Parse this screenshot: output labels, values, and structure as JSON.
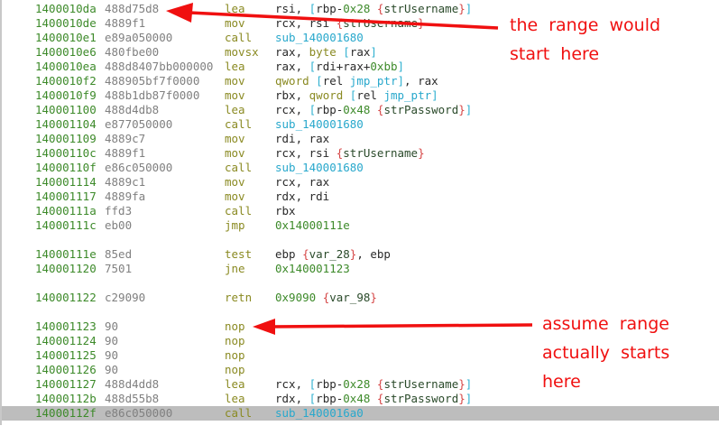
{
  "listing": {
    "rows": [
      {
        "addr": "1400010da",
        "bytes": "488d75d8",
        "mn": "lea",
        "ops": [
          [
            "rsi, ",
            "reg"
          ],
          [
            "[",
            "br"
          ],
          [
            "rbp-",
            "reg"
          ],
          [
            "0x28",
            "num"
          ],
          [
            " ",
            "reg"
          ],
          [
            "{",
            "brace"
          ],
          [
            "strUsername",
            "var"
          ],
          [
            "}",
            "brace"
          ],
          [
            "]",
            "br"
          ]
        ]
      },
      {
        "addr": "1400010de",
        "bytes": "4889f1",
        "mn": "mov",
        "ops": [
          [
            "rcx, rsi ",
            "reg"
          ],
          [
            "{",
            "brace"
          ],
          [
            "strUsername",
            "var"
          ],
          [
            "}",
            "brace"
          ]
        ]
      },
      {
        "addr": "1400010e1",
        "bytes": "e89a050000",
        "mn": "call",
        "ops": [
          [
            "sub_140001680",
            "sym"
          ]
        ]
      },
      {
        "addr": "1400010e6",
        "bytes": "480fbe00",
        "mn": "movsx",
        "ops": [
          [
            "rax, ",
            "reg"
          ],
          [
            "byte ",
            "kw"
          ],
          [
            "[",
            "br"
          ],
          [
            "rax",
            "reg"
          ],
          [
            "]",
            "br"
          ]
        ]
      },
      {
        "addr": "1400010ea",
        "bytes": "488d8407bb000000",
        "mn": "lea",
        "ops": [
          [
            "rax, ",
            "reg"
          ],
          [
            "[",
            "br"
          ],
          [
            "rdi+rax+",
            "reg"
          ],
          [
            "0xbb",
            "num"
          ],
          [
            "]",
            "br"
          ]
        ]
      },
      {
        "addr": "1400010f2",
        "bytes": "488905bf7f0000",
        "mn": "mov",
        "ops": [
          [
            "qword ",
            "kw"
          ],
          [
            "[",
            "br"
          ],
          [
            "rel ",
            "reg"
          ],
          [
            "jmp_ptr",
            "sym"
          ],
          [
            "]",
            "br"
          ],
          [
            ", rax",
            "reg"
          ]
        ]
      },
      {
        "addr": "1400010f9",
        "bytes": "488b1db87f0000",
        "mn": "mov",
        "ops": [
          [
            "rbx, ",
            "reg"
          ],
          [
            "qword ",
            "kw"
          ],
          [
            "[",
            "br"
          ],
          [
            "rel ",
            "reg"
          ],
          [
            "jmp_ptr",
            "sym"
          ],
          [
            "]",
            "br"
          ]
        ]
      },
      {
        "addr": "140001100",
        "bytes": "488d4db8",
        "mn": "lea",
        "ops": [
          [
            "rcx, ",
            "reg"
          ],
          [
            "[",
            "br"
          ],
          [
            "rbp-",
            "reg"
          ],
          [
            "0x48",
            "num"
          ],
          [
            " ",
            "reg"
          ],
          [
            "{",
            "brace"
          ],
          [
            "strPassword",
            "var"
          ],
          [
            "}",
            "brace"
          ],
          [
            "]",
            "br"
          ]
        ]
      },
      {
        "addr": "140001104",
        "bytes": "e877050000",
        "mn": "call",
        "ops": [
          [
            "sub_140001680",
            "sym"
          ]
        ]
      },
      {
        "addr": "140001109",
        "bytes": "4889c7",
        "mn": "mov",
        "ops": [
          [
            "rdi, rax",
            "reg"
          ]
        ]
      },
      {
        "addr": "14000110c",
        "bytes": "4889f1",
        "mn": "mov",
        "ops": [
          [
            "rcx, rsi ",
            "reg"
          ],
          [
            "{",
            "brace"
          ],
          [
            "strUsername",
            "var"
          ],
          [
            "}",
            "brace"
          ]
        ]
      },
      {
        "addr": "14000110f",
        "bytes": "e86c050000",
        "mn": "call",
        "ops": [
          [
            "sub_140001680",
            "sym"
          ]
        ]
      },
      {
        "addr": "140001114",
        "bytes": "4889c1",
        "mn": "mov",
        "ops": [
          [
            "rcx, rax",
            "reg"
          ]
        ]
      },
      {
        "addr": "140001117",
        "bytes": "4889fa",
        "mn": "mov",
        "ops": [
          [
            "rdx, rdi",
            "reg"
          ]
        ]
      },
      {
        "addr": "14000111a",
        "bytes": "ffd3",
        "mn": "call",
        "ops": [
          [
            "rbx",
            "reg"
          ]
        ]
      },
      {
        "addr": "14000111c",
        "bytes": "eb00",
        "mn": "jmp",
        "ops": [
          [
            "0x14000111e",
            "num"
          ]
        ]
      },
      null,
      {
        "addr": "14000111e",
        "bytes": "85ed",
        "mn": "test",
        "ops": [
          [
            "ebp ",
            "reg"
          ],
          [
            "{",
            "brace"
          ],
          [
            "var_28",
            "var"
          ],
          [
            "}",
            "brace"
          ],
          [
            ", ebp",
            "reg"
          ]
        ]
      },
      {
        "addr": "140001120",
        "bytes": "7501",
        "mn": "jne",
        "ops": [
          [
            "0x140001123",
            "num"
          ]
        ]
      },
      null,
      {
        "addr": "140001122",
        "bytes": "c29090",
        "mn": "retn",
        "ops": [
          [
            "0x9090",
            "num"
          ],
          [
            " ",
            "reg"
          ],
          [
            "{",
            "brace"
          ],
          [
            "var_98",
            "var"
          ],
          [
            "}",
            "brace"
          ]
        ]
      },
      null,
      {
        "addr": "140001123",
        "bytes": "90",
        "mn": "nop",
        "ops": []
      },
      {
        "addr": "140001124",
        "bytes": "90",
        "mn": "nop",
        "ops": []
      },
      {
        "addr": "140001125",
        "bytes": "90",
        "mn": "nop",
        "ops": []
      },
      {
        "addr": "140001126",
        "bytes": "90",
        "mn": "nop",
        "ops": []
      },
      {
        "addr": "140001127",
        "bytes": "488d4dd8",
        "mn": "lea",
        "ops": [
          [
            "rcx, ",
            "reg"
          ],
          [
            "[",
            "br"
          ],
          [
            "rbp-",
            "reg"
          ],
          [
            "0x28",
            "num"
          ],
          [
            " ",
            "reg"
          ],
          [
            "{",
            "brace"
          ],
          [
            "strUsername",
            "var"
          ],
          [
            "}",
            "brace"
          ],
          [
            "]",
            "br"
          ]
        ]
      },
      {
        "addr": "14000112b",
        "bytes": "488d55b8",
        "mn": "lea",
        "ops": [
          [
            "rdx, ",
            "reg"
          ],
          [
            "[",
            "br"
          ],
          [
            "rbp-",
            "reg"
          ],
          [
            "0x48",
            "num"
          ],
          [
            " ",
            "reg"
          ],
          [
            "{",
            "brace"
          ],
          [
            "strPassword",
            "var"
          ],
          [
            "}",
            "brace"
          ],
          [
            "]",
            "br"
          ]
        ]
      },
      {
        "addr": "14000112f",
        "bytes": "e86c050000",
        "mn": "call",
        "ops": [
          [
            "sub_1400016a0",
            "sym"
          ]
        ],
        "highlighted": true
      }
    ]
  },
  "annotations": {
    "first": [
      "the range would",
      "start here"
    ],
    "second": [
      "assume range",
      "actually starts here"
    ],
    "color": "#f01010"
  }
}
